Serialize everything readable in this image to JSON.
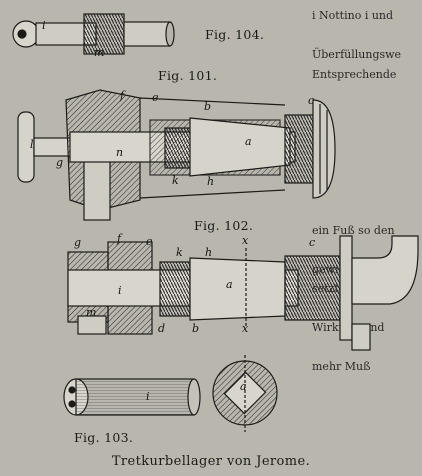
{
  "figure_labels": {
    "fig104": "Fig. 104.",
    "fig101": "Fig. 101.",
    "fig102": "Fig. 102.",
    "fig103": "Fig. 103."
  },
  "caption": "Tretkurbellager von Jerome.",
  "background_text_lines": [
    "i Nottino i und",
    "",
    "Überfüllungswe",
    "Entsprechende",
    "",
    "",
    "",
    "",
    "",
    "",
    "",
    "ein Fuß so den",
    "",
    "gewichtige",
    "setzt in den",
    "",
    "Wirkung und",
    "",
    "mehr Muß",
    "",
    "",
    "",
    ""
  ],
  "part_letters": {
    "i104": "i",
    "m104": "m",
    "f101": "f",
    "e101": "e",
    "b101": "b",
    "c101": "c",
    "l101": "l",
    "n101": "n",
    "a101": "a",
    "g101": "g",
    "k101": "k",
    "h101": "h",
    "g102": "g",
    "f102": "f",
    "e102": "e",
    "x102top": "x",
    "c102": "c",
    "k102": "k",
    "h102": "h",
    "i102": "i",
    "a102": "a",
    "m102": "m",
    "d102": "d",
    "b102": "b",
    "x102bot": "x",
    "i103": "i",
    "a103": "a"
  }
}
